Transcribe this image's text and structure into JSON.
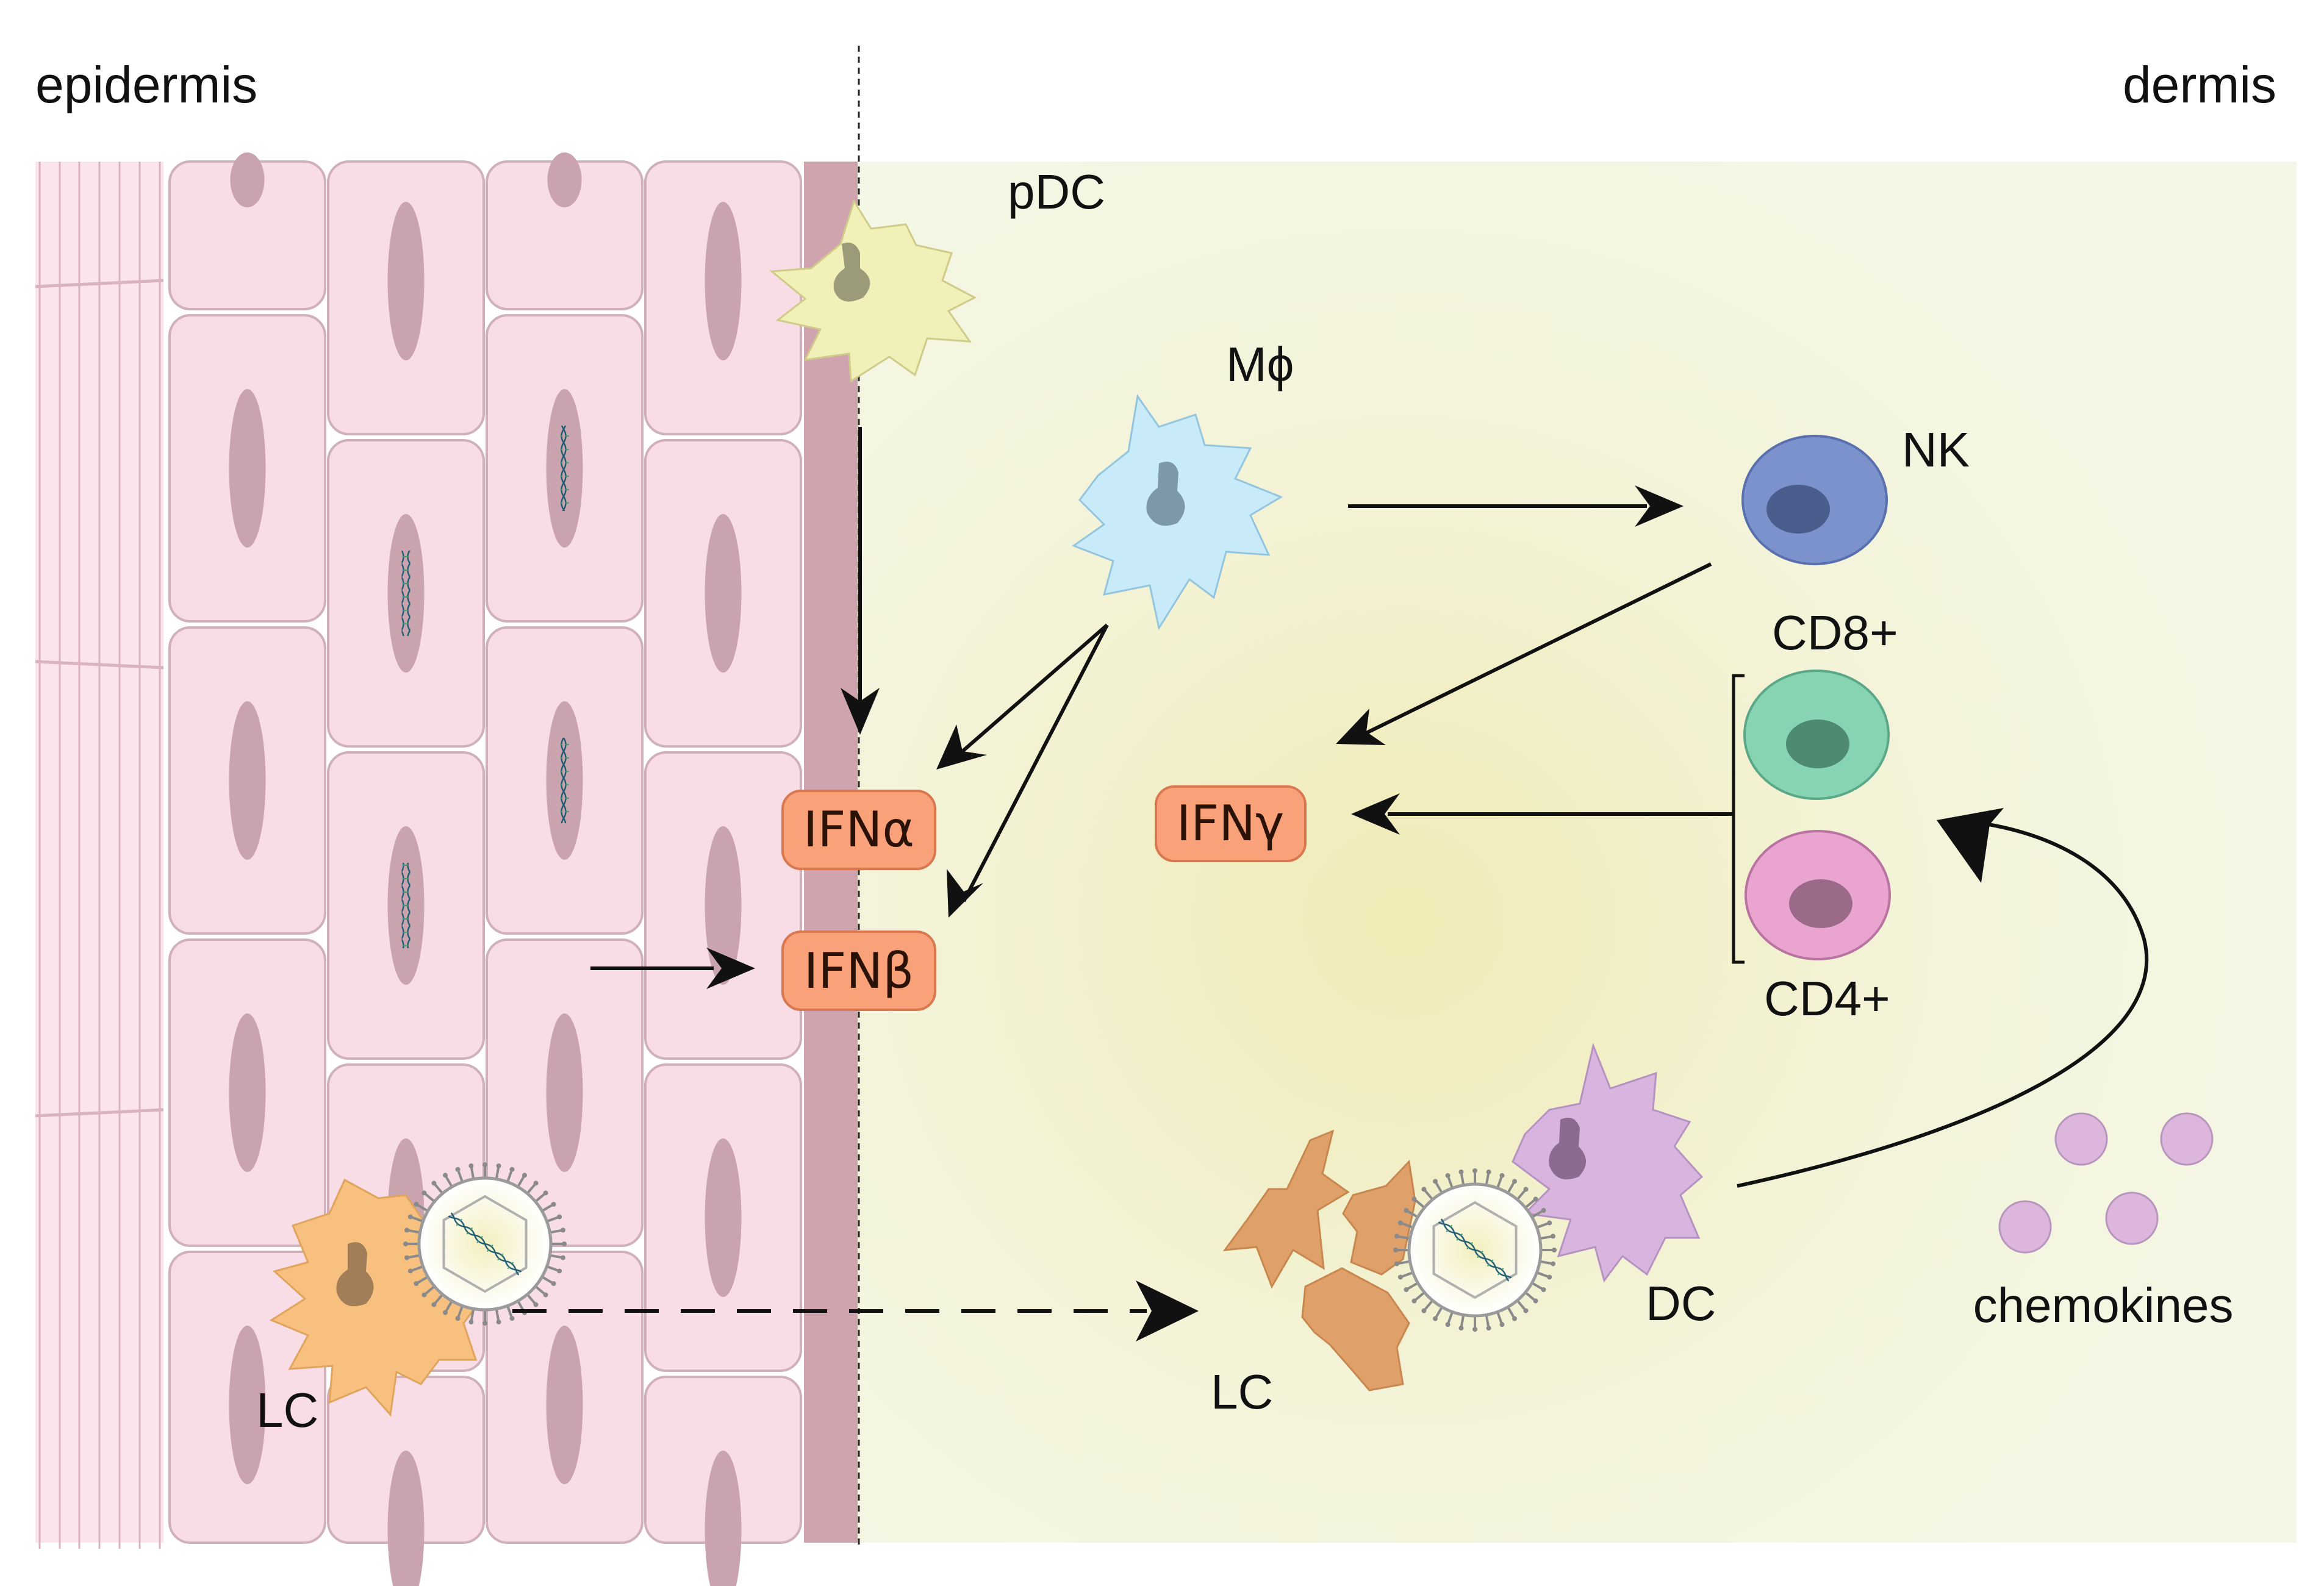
{
  "regions": {
    "left": "epidermis",
    "right": "dermis"
  },
  "cells": {
    "pdc": "pDC",
    "macrophage": "Mϕ",
    "nk": "NK",
    "cd8": "CD8+",
    "cd4": "CD4+",
    "dc": "DC",
    "lc_epidermis": "LC",
    "lc_dermis": "LC"
  },
  "cytokines": {
    "ifn_alpha": "IFNα",
    "ifn_beta": "IFNβ",
    "ifn_gamma": "IFNγ"
  },
  "chemokines_label": "chemokines",
  "colors": {
    "keratinocyte": "#f9dde6",
    "keratinocyte_border": "#cfb0bb",
    "nucleus": "#c9a3ad",
    "basal_layer": "#cfa4af",
    "dermis_bg": "#f3f6e2",
    "dermis_glow": "#f1ecb6",
    "pdc": "#f1f0b8",
    "macrophage": "#c9eaf9",
    "nk": "#7c92cc",
    "cd8": "#86d4b1",
    "cd4": "#e9a5cf",
    "dc": "#d8b5de",
    "lc_epidermis": "#f7c07e",
    "lc_dermis": "#e0a06a",
    "cytokine_box": "#f9a27a",
    "chemokine": "#dcb6dd"
  }
}
